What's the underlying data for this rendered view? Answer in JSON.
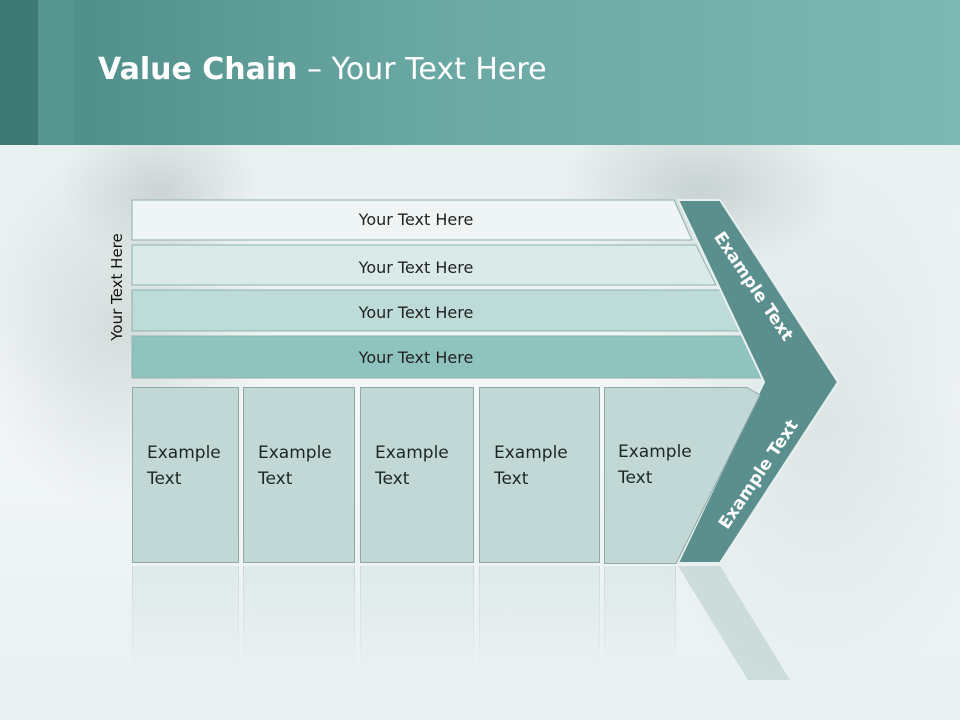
{
  "slide": {
    "title_bold": "Value Chain",
    "title_rest": " – Your Text Here",
    "side_label": "Your Text Here"
  },
  "bars": [
    {
      "label": "Your Text Here",
      "fill": "#eef5f4"
    },
    {
      "label": "Your Text Here",
      "fill": "#d9eae8"
    },
    {
      "label": "Your Text Here",
      "fill": "#bddbd8"
    },
    {
      "label": "Your Text Here",
      "fill": "#8fc3be"
    }
  ],
  "boxes": [
    {
      "label": "Example Text"
    },
    {
      "label": "Example Text"
    },
    {
      "label": "Example Text"
    },
    {
      "label": "Example Text"
    },
    {
      "label": "Example Text"
    }
  ],
  "chevron": {
    "upper_label": "Example Text",
    "lower_label": "Example Text",
    "fill": "#5b8f8d"
  },
  "colors": {
    "header": "#6aa8a3",
    "header_dark": "#3d7873"
  }
}
